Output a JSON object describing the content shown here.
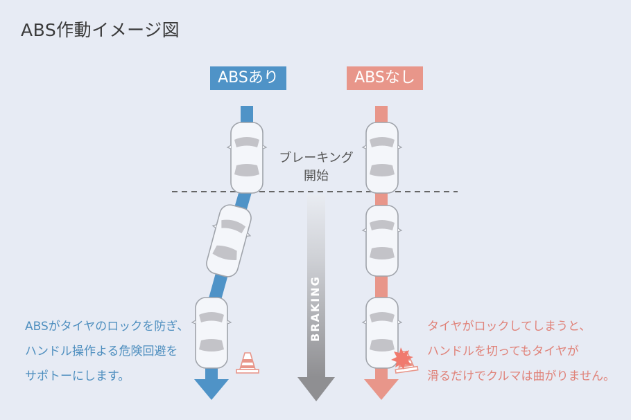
{
  "title": "ABS作動イメージ図",
  "labels": {
    "with_abs": "ABSあり",
    "without_abs": "ABSなし",
    "braking_start_line1": "ブレーキング",
    "braking_start_line2": "開始",
    "braking": "BRAKING"
  },
  "notes": {
    "with_abs": [
      "ABSがタイヤのロックを防ぎ、",
      "ハンドル操作よる危険回避を",
      "サポトーにします。"
    ],
    "without_abs": [
      "タイヤがロックしてしまうと、",
      "ハンドルを切ってもタイヤが",
      "滑るだけでクルマは曲がりません。"
    ]
  },
  "colors": {
    "with_abs": "#4f93c7",
    "without_abs": "#e8968a",
    "braking": "#9a9a9a",
    "background": "#e7ebf4"
  },
  "icons": [
    "car-icon",
    "traffic-cone-icon",
    "impact-burst-icon"
  ]
}
